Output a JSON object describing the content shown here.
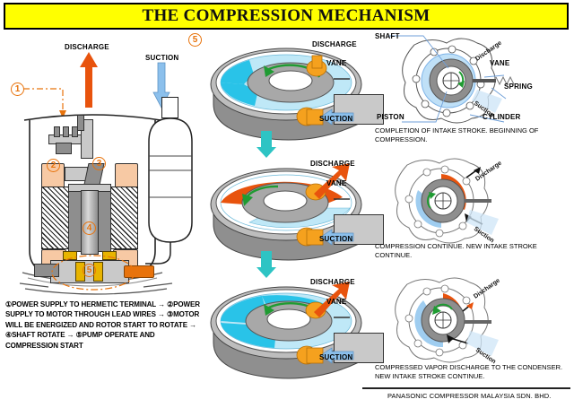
{
  "title": "THE COMPRESSION MECHANISM",
  "footer": "PANASONIC COMPRESSOR MALAYSIA SDN. BHD.",
  "left_diagram": {
    "discharge_label": "DISCHARGE",
    "suction_label": "SUCTION",
    "markers": [
      "1",
      "2",
      "3",
      "4",
      "5"
    ],
    "caption": "①POWER SUPPLY TO HERMETIC TERMINAL → ②POWER SUPPLY TO MOTOR THROUGH LEAD WIRES → ③MOTOR WILL BE ENERGIZED AND ROTOR START TO ROTATE → ④SHAFT ROTATE → ⑤PUMP OPERATE AND COMPRESSION START"
  },
  "stages": [
    {
      "marker": "5",
      "discharge_label": "DISCHARGE",
      "vane_label": "VANE",
      "suction_label": "SUCTION",
      "caption": "COMPLETION OF INTAKE STROKE. BEGINNING OF COMPRESSION.",
      "cross_section": {
        "labels": [
          "SHAFT",
          "VANE",
          "SPRING",
          "CYLINDER",
          "PISTON"
        ],
        "flow_labels": [
          "Discharge",
          "Suction"
        ]
      }
    },
    {
      "discharge_label": "DISCHARGE",
      "vane_label": "VANE",
      "suction_label": "SUCTION",
      "caption": "COMPRESSION CONTINUE. NEW INTAKE STROKE CONTINUE.",
      "cross_section": {
        "labels": [],
        "flow_labels": [
          "Discharge",
          "Suction"
        ]
      }
    },
    {
      "discharge_label": "DISCHARGE",
      "vane_label": "VANE",
      "suction_label": "SUCTION",
      "caption": "COMPRESSED VAPOR DISCHARGE TO THE CONDENSER. NEW INTAKE STROKE CONTINUE.",
      "cross_section": {
        "labels": [],
        "flow_labels": [
          "Discharge",
          "Suction"
        ]
      }
    }
  ],
  "colors": {
    "banner": "#ffff00",
    "discharge_orange": "#e8530d",
    "suction_blue": "#7fb4e8",
    "rotation_green": "#1f9b32",
    "connector_teal": "#2ec4c4",
    "body_gray": "#9d9d9d",
    "gas_cyan": "#29c3e8",
    "port_orange": "#f5a11e"
  }
}
